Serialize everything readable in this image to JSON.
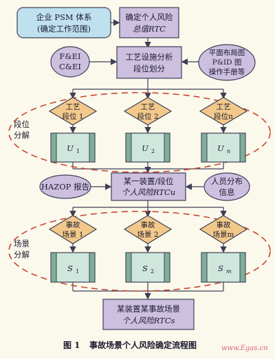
{
  "diagram": {
    "node1": {
      "line1": "企业 PSM 体系",
      "line2": "(确定工作范围)"
    },
    "node2": {
      "line1": "确定个人风险",
      "line2": "总值RTC"
    },
    "fei": {
      "line1": "F&EI",
      "line2": "C&EI"
    },
    "process_split": {
      "line1": "工艺设施分析",
      "line2": "段位划分"
    },
    "docs": {
      "line1": "平面布局图",
      "line2": "P&ID 图",
      "line3": "操作手册等"
    },
    "segments": [
      {
        "line1": "工艺",
        "line2": "段位 1",
        "u_label": "U",
        "u_sub": "1"
      },
      {
        "line1": "工艺",
        "line2": "段位 2",
        "u_label": "U",
        "u_sub": "2"
      },
      {
        "line1": "工艺",
        "line2": "段位n",
        "u_label": "U",
        "u_sub": "n"
      }
    ],
    "segment_group_label": {
      "line1": "段位",
      "line2": "分解"
    },
    "hazop": "HAZOP 报告",
    "unit_risk": {
      "line1": "某一装置/段位",
      "line2": "个人风险RTCu"
    },
    "people": {
      "line1": "人员分布",
      "line2": "信息"
    },
    "scenarios": [
      {
        "line1": "事故",
        "line2": "场景 1",
        "s_label": "S",
        "s_sub": "1"
      },
      {
        "line1": "事故",
        "line2": "场景 2",
        "s_label": "S",
        "s_sub": "2"
      },
      {
        "line1": "事故",
        "line2": "场景m",
        "s_label": "S",
        "s_sub": "m"
      }
    ],
    "scenario_group_label": {
      "line1": "场景",
      "line2": "分解"
    },
    "final": {
      "line1": "某装置某事故场景",
      "line2": "个人风险RTCs"
    }
  },
  "caption": {
    "label": "图 1",
    "text": "事故场景个人风险确定流程图"
  },
  "watermark": "www.Egas.cn",
  "colors": {
    "blue_fill": "#bfe0ef",
    "purple_fill": "#cdbfe0",
    "diamond_fill": "#f2c98a",
    "green_fill": "#cfe6dc",
    "green_dark": "#7fae98",
    "ellipse_dash": "#c8452e",
    "stroke": "#3e3e55"
  }
}
